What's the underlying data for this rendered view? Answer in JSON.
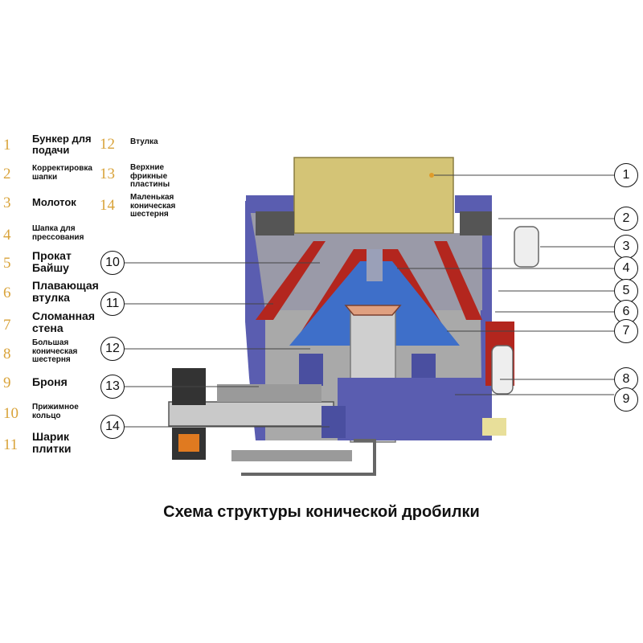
{
  "legend": [
    {
      "num": "1",
      "text": "Бункер для подачи"
    },
    {
      "num": "2",
      "text": "Корректировка шапки"
    },
    {
      "num": "3",
      "text": "Молоток"
    },
    {
      "num": "4",
      "text": "Шапка для прессования"
    },
    {
      "num": "5",
      "text": "Прокат Байшу"
    },
    {
      "num": "6",
      "text": "Плавающая втулка"
    },
    {
      "num": "7",
      "text": "Сломанная стена"
    },
    {
      "num": "8",
      "text": "Большая коническая шестерня"
    },
    {
      "num": "9",
      "text": "Броня"
    },
    {
      "num": "10",
      "text": "Прижимное кольцо"
    },
    {
      "num": "11",
      "text": "Шарик плитки"
    },
    {
      "num": "12",
      "text": "Втулка"
    },
    {
      "num": "13",
      "text": "Верхние фрикные пластины"
    },
    {
      "num": "14",
      "text": "Маленькая коническая шестерня"
    }
  ],
  "callouts": [
    "1",
    "2",
    "3",
    "4",
    "5",
    "6",
    "7",
    "8",
    "9",
    "10",
    "11",
    "12",
    "13",
    "14"
  ],
  "caption": "Схема структуры конической дробилки",
  "colors": {
    "legend_number": "#d9a33a",
    "hopper": "#d4c476",
    "frame_blue": "#5a5db0",
    "liner_red": "#b3261e",
    "cone_blue": "#3e6fc9",
    "body_gray": "#a9a9a9",
    "shaft_gray": "#cfcfcf"
  }
}
